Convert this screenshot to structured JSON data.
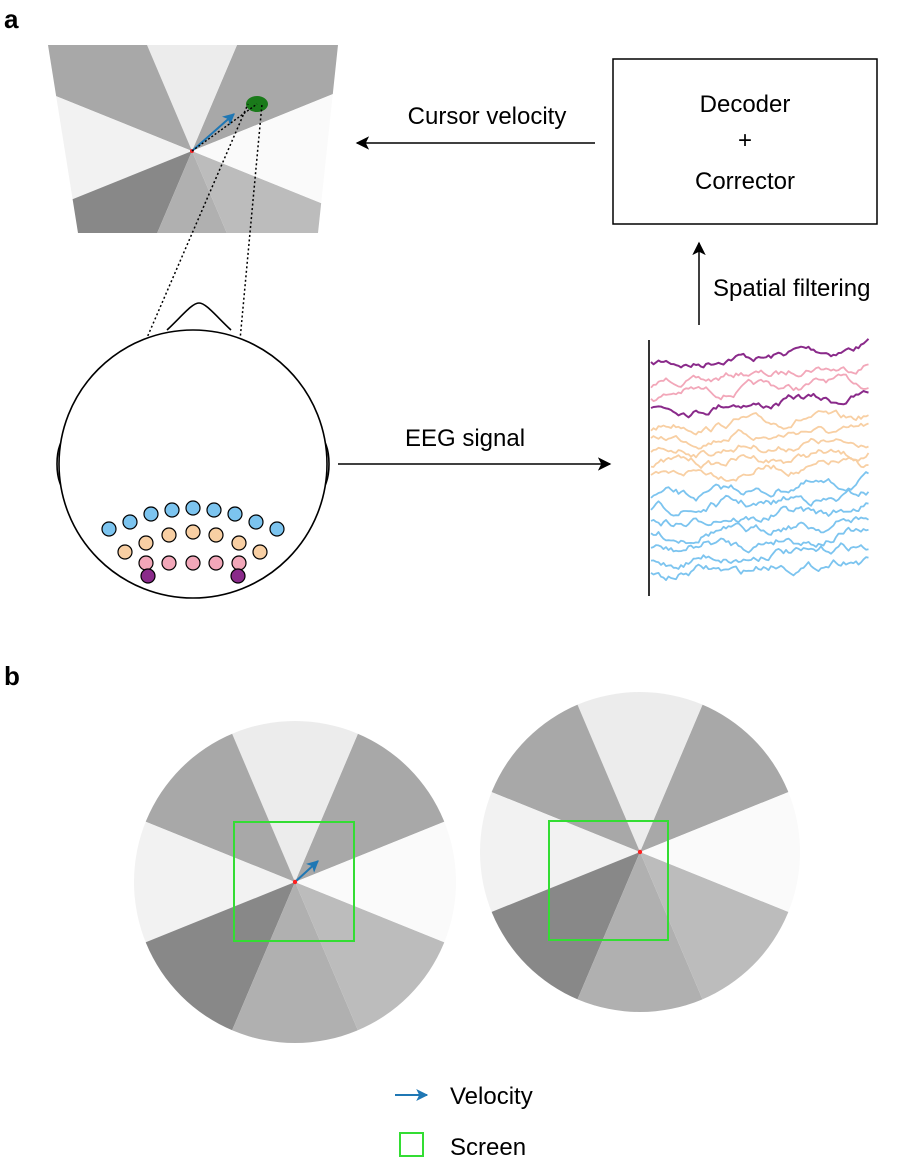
{
  "panels": {
    "a": "a",
    "b": "b"
  },
  "labels": {
    "cursor_velocity": "Cursor velocity",
    "decoder": "Decoder",
    "plus": "+",
    "corrector": "Corrector",
    "spatial_filtering": "Spatial filtering",
    "eeg_signal": "EEG signal"
  },
  "legend": {
    "velocity": "Velocity",
    "screen": "Screen"
  },
  "colors": {
    "velocity_arrow": "#1f77b4",
    "screen_box": "#33dd33",
    "target": "#1a7a1a",
    "center_dot": "#ff2020",
    "electrode_blue": "#7cc4ef",
    "electrode_peach": "#f8cfa3",
    "electrode_pink": "#f2a7b9",
    "electrode_purple": "#8a2a8a",
    "trace_purple": "#8a2a8a",
    "trace_pink": "#f2a7b9",
    "trace_peach": "#f8cfa3",
    "trace_blue": "#7cc4ef"
  }
}
